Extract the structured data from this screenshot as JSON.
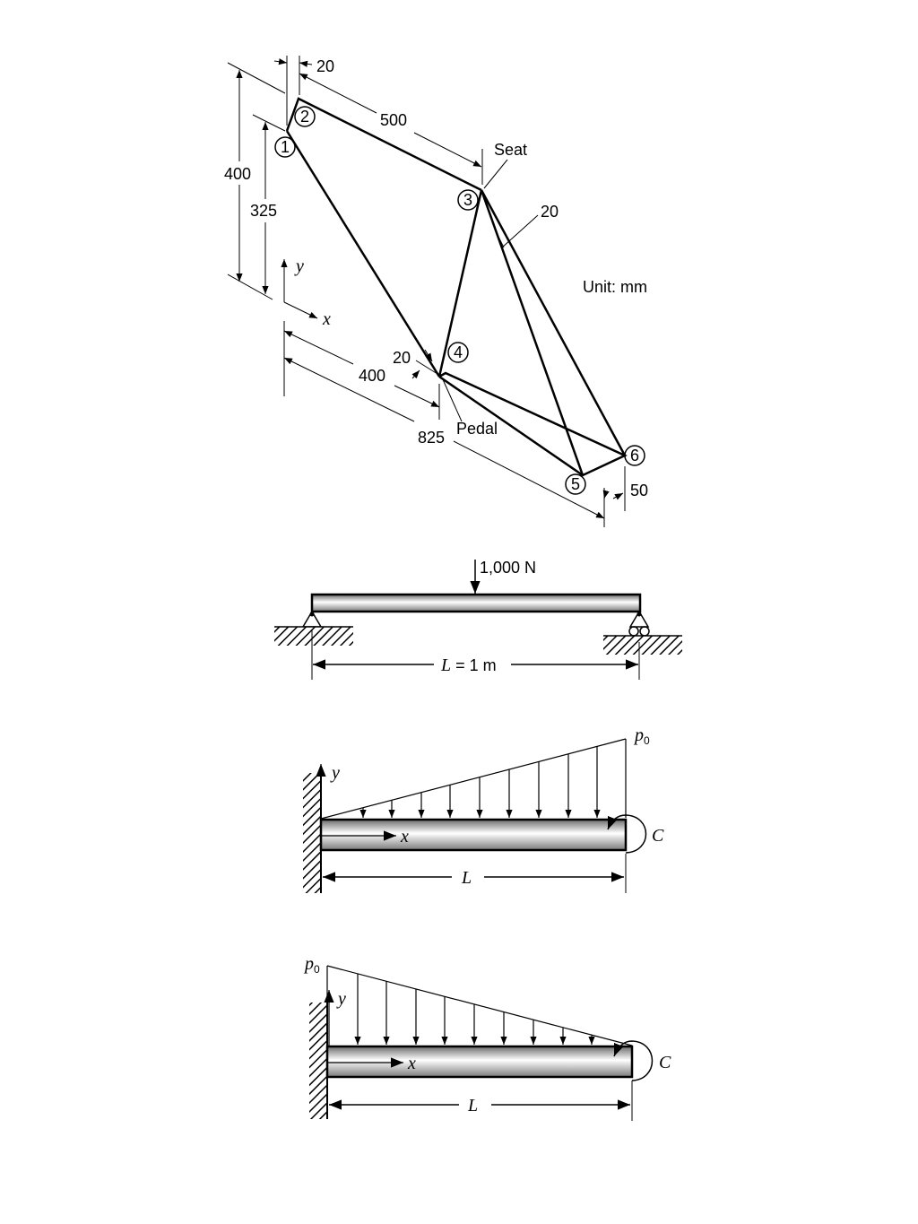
{
  "bicycle_frame": {
    "nodes": [
      "1",
      "2",
      "3",
      "4",
      "5",
      "6"
    ],
    "dims": {
      "d20_top": "20",
      "d500": "500",
      "d400_left": "400",
      "d325": "325",
      "d20_seat": "20",
      "d20_pedal": "20",
      "d400_bottom": "400",
      "d825": "825",
      "d50": "50"
    },
    "labels": {
      "seat": "Seat",
      "pedal": "Pedal",
      "unit": "Unit: mm",
      "axis_x": "x",
      "axis_y": "y"
    }
  },
  "simple_beam": {
    "load": "1,000 N",
    "length_var": "L",
    "length_rest": " = 1 m"
  },
  "cantilever_increasing": {
    "p": "p",
    "p_sub": "0",
    "moment": "C",
    "axis_x": "x",
    "axis_y": "y",
    "length": "L"
  },
  "cantilever_decreasing": {
    "p": "p",
    "p_sub": "0",
    "moment": "C",
    "axis_x": "x",
    "axis_y": "y",
    "length": "L"
  }
}
